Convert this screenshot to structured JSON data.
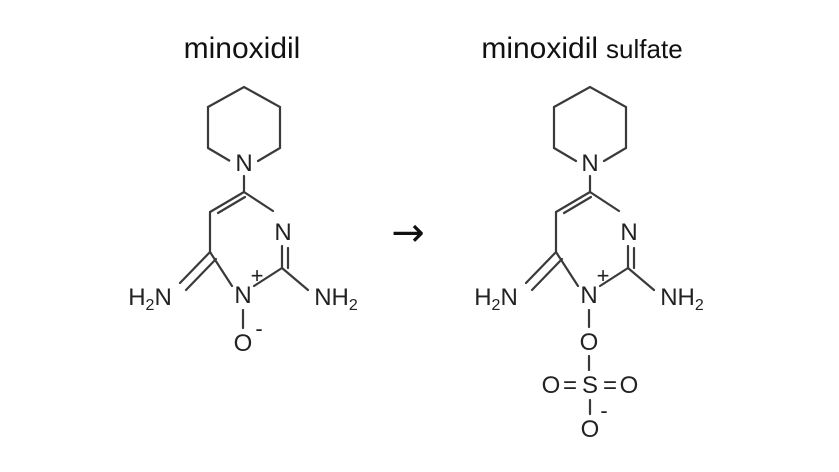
{
  "left": {
    "title": "minoxidil",
    "ring_nitrogen": "N",
    "pyrimidine_n_top": "N",
    "pyrimidine_n_bottom": "N",
    "charge_plus": "+",
    "amine_left_h": "H",
    "amine_left_sub": "2",
    "amine_left_n": "N",
    "amine_right_nh": "NH",
    "amine_right_sub": "2",
    "oxide_o": "O",
    "oxide_charge": "-"
  },
  "arrow": "→",
  "right": {
    "title_main": "minoxidil",
    "title_suffix": "sulfate",
    "ring_nitrogen": "N",
    "pyrimidine_n_top": "N",
    "pyrimidine_n_bottom": "N",
    "charge_plus": "+",
    "amine_left_h": "H",
    "amine_left_sub": "2",
    "amine_left_n": "N",
    "amine_right_nh": "NH",
    "amine_right_sub": "2",
    "bridge_o": "O",
    "sulfate_o_left": "O",
    "sulfate_s": "S",
    "sulfate_o_right": "O",
    "sulfate_o_bottom": "O",
    "sulfate_charge": "-",
    "equals_left": "=",
    "equals_right": "="
  }
}
